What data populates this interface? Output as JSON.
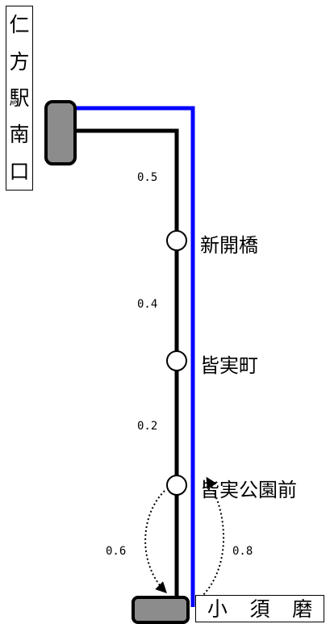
{
  "terminal_top": {
    "chars": [
      "仁",
      "方",
      "駅",
      "南",
      "口"
    ]
  },
  "terminal_bottom": {
    "chars": [
      "小",
      "須",
      "磨"
    ]
  },
  "stops": [
    {
      "name": "新開橋"
    },
    {
      "name": "皆実町"
    },
    {
      "name": "皆実公園前"
    }
  ],
  "distances": {
    "seg1": "0.5",
    "seg2": "0.4",
    "seg3": "0.2",
    "loop_down": "0.6",
    "loop_up": "0.8"
  },
  "colors": {
    "route_black": "#000000",
    "route_blue": "#0000ff",
    "terminal_fill": "#8c8c8c"
  }
}
